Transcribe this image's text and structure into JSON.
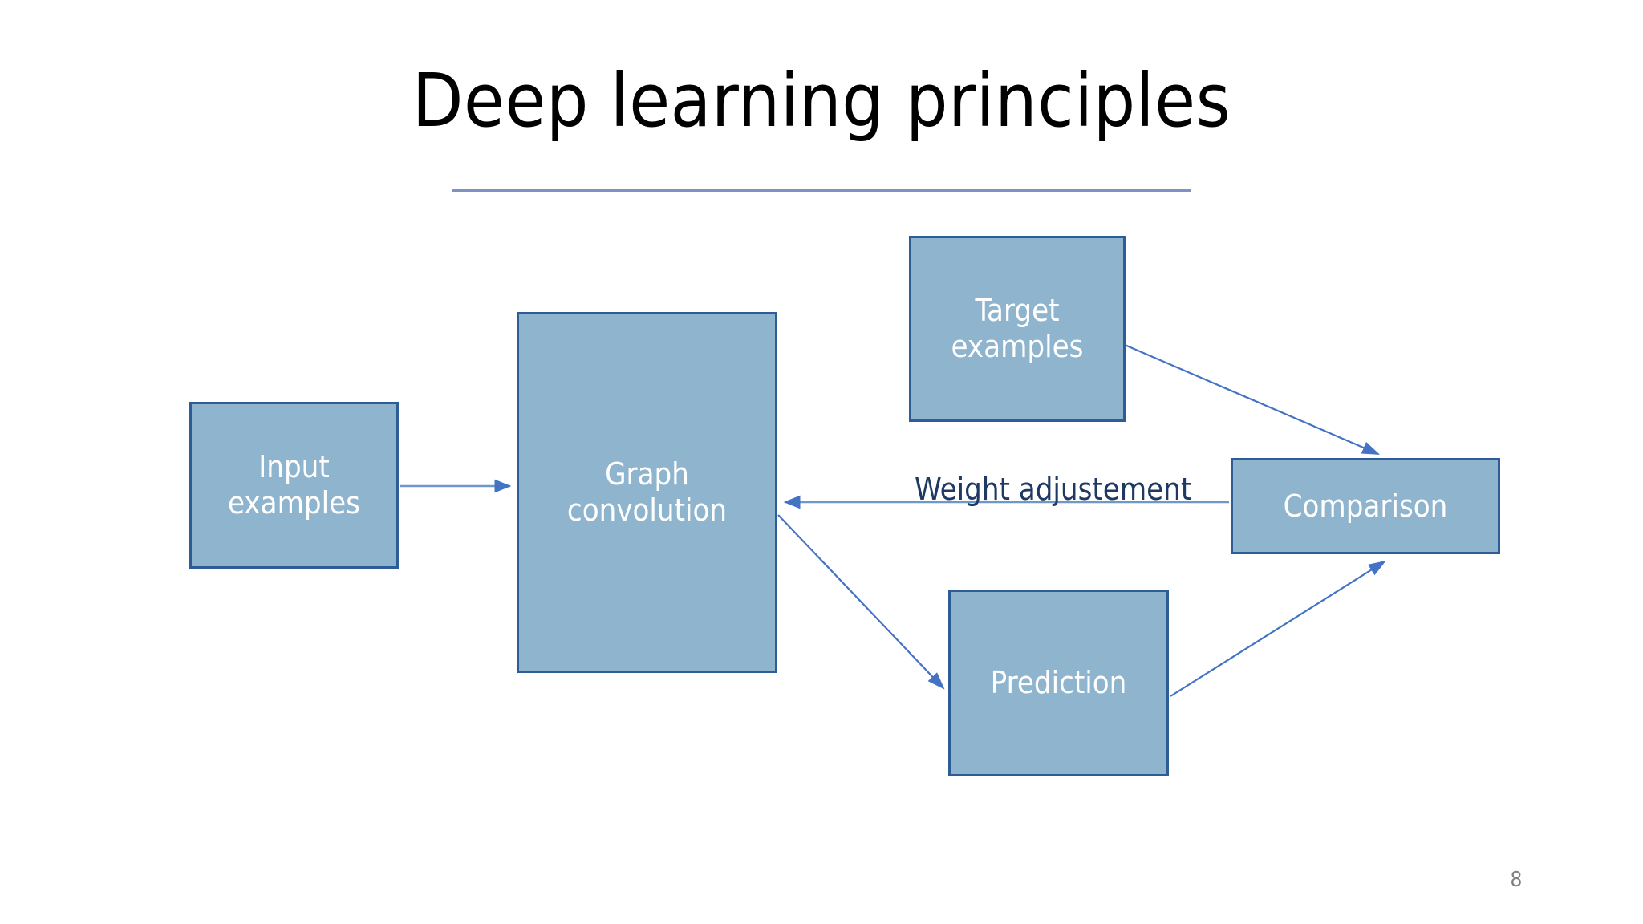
{
  "slide": {
    "title": "Deep learning principles",
    "page_number": "8",
    "background_color": "#ffffff",
    "title_color": "#000000",
    "rule_color": "#8092c4",
    "page_number_color": "#7f7f86"
  },
  "diagram": {
    "type": "flowchart",
    "node_fill_color": "#8fb4ce",
    "node_border_color": "#2e5c96",
    "node_text_color": "#ffffff",
    "connector_color": "#4472c4",
    "edge_label_color": "#1f3864",
    "nodes": [
      {
        "id": "input",
        "label": "Input\nexamples"
      },
      {
        "id": "graphconv",
        "label": "Graph convolution"
      },
      {
        "id": "target",
        "label": "Target\nexamples"
      },
      {
        "id": "comparison",
        "label": "Comparison"
      },
      {
        "id": "prediction",
        "label": "Prediction"
      }
    ],
    "edges": [
      {
        "id": "input-to-graphconv",
        "from": "input",
        "to": "graphconv",
        "label": ""
      },
      {
        "id": "graphconv-to-prediction",
        "from": "graphconv",
        "to": "prediction",
        "label": ""
      },
      {
        "id": "prediction-to-comparison",
        "from": "prediction",
        "to": "comparison",
        "label": ""
      },
      {
        "id": "target-to-comparison",
        "from": "target",
        "to": "comparison",
        "label": ""
      },
      {
        "id": "comparison-to-graphconv",
        "from": "comparison",
        "to": "graphconv",
        "label": "Weight adjustement"
      }
    ]
  }
}
